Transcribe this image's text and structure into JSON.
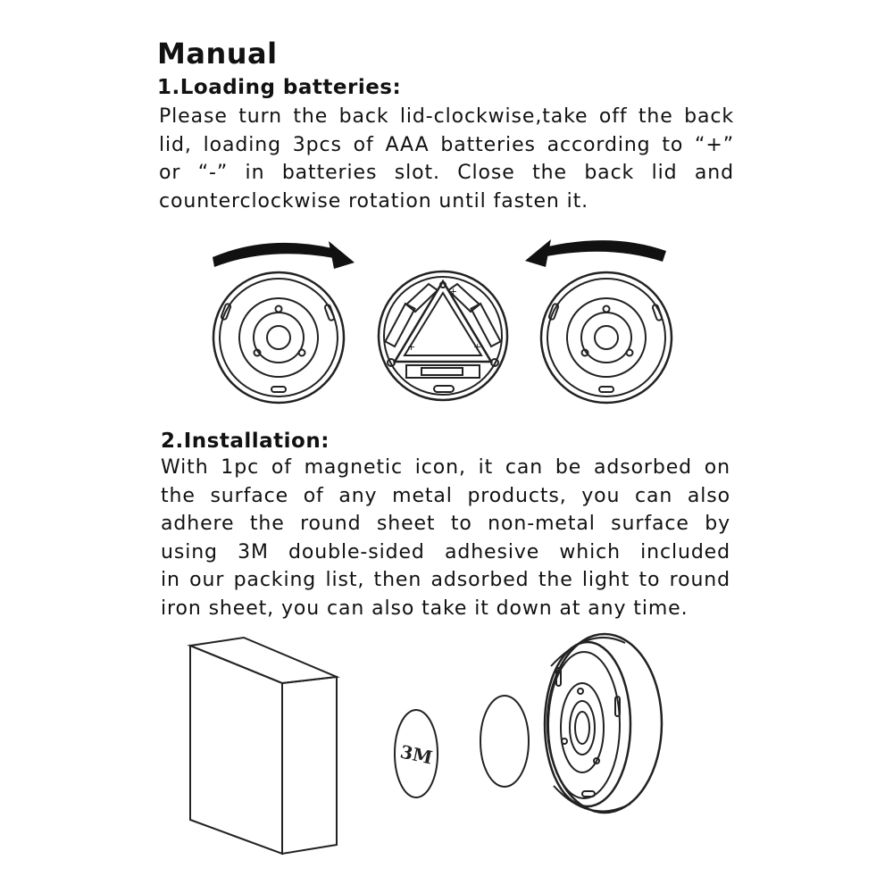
{
  "manual": {
    "title": "Manual",
    "section1": {
      "heading": "1.Loading batteries:",
      "lines": [
        "Please turn the back lid-clockwise,take off the back",
        "lid, loading 3pcs of AAA batteries according to  “+”",
        "or   “-” in batteries slot. Close the back lid and",
        "counterclockwise rotation until fasten it."
      ]
    },
    "section2": {
      "heading": "2.Installation:",
      "lines": [
        "With 1pc of magnetic icon, it can be adsorbed on",
        "the surface of any metal products, you can also",
        "adhere the round sheet to non-metal surface by",
        "using 3M double-sided adhesive which included",
        "in our packing list, then adsorbed the light to round",
        "iron sheet, you can also take it down at any time."
      ]
    },
    "adhesive_label": "3M",
    "icons": {
      "clockwise": "clockwise-arrow-icon",
      "counterclockwise": "counterclockwise-arrow-icon"
    }
  }
}
